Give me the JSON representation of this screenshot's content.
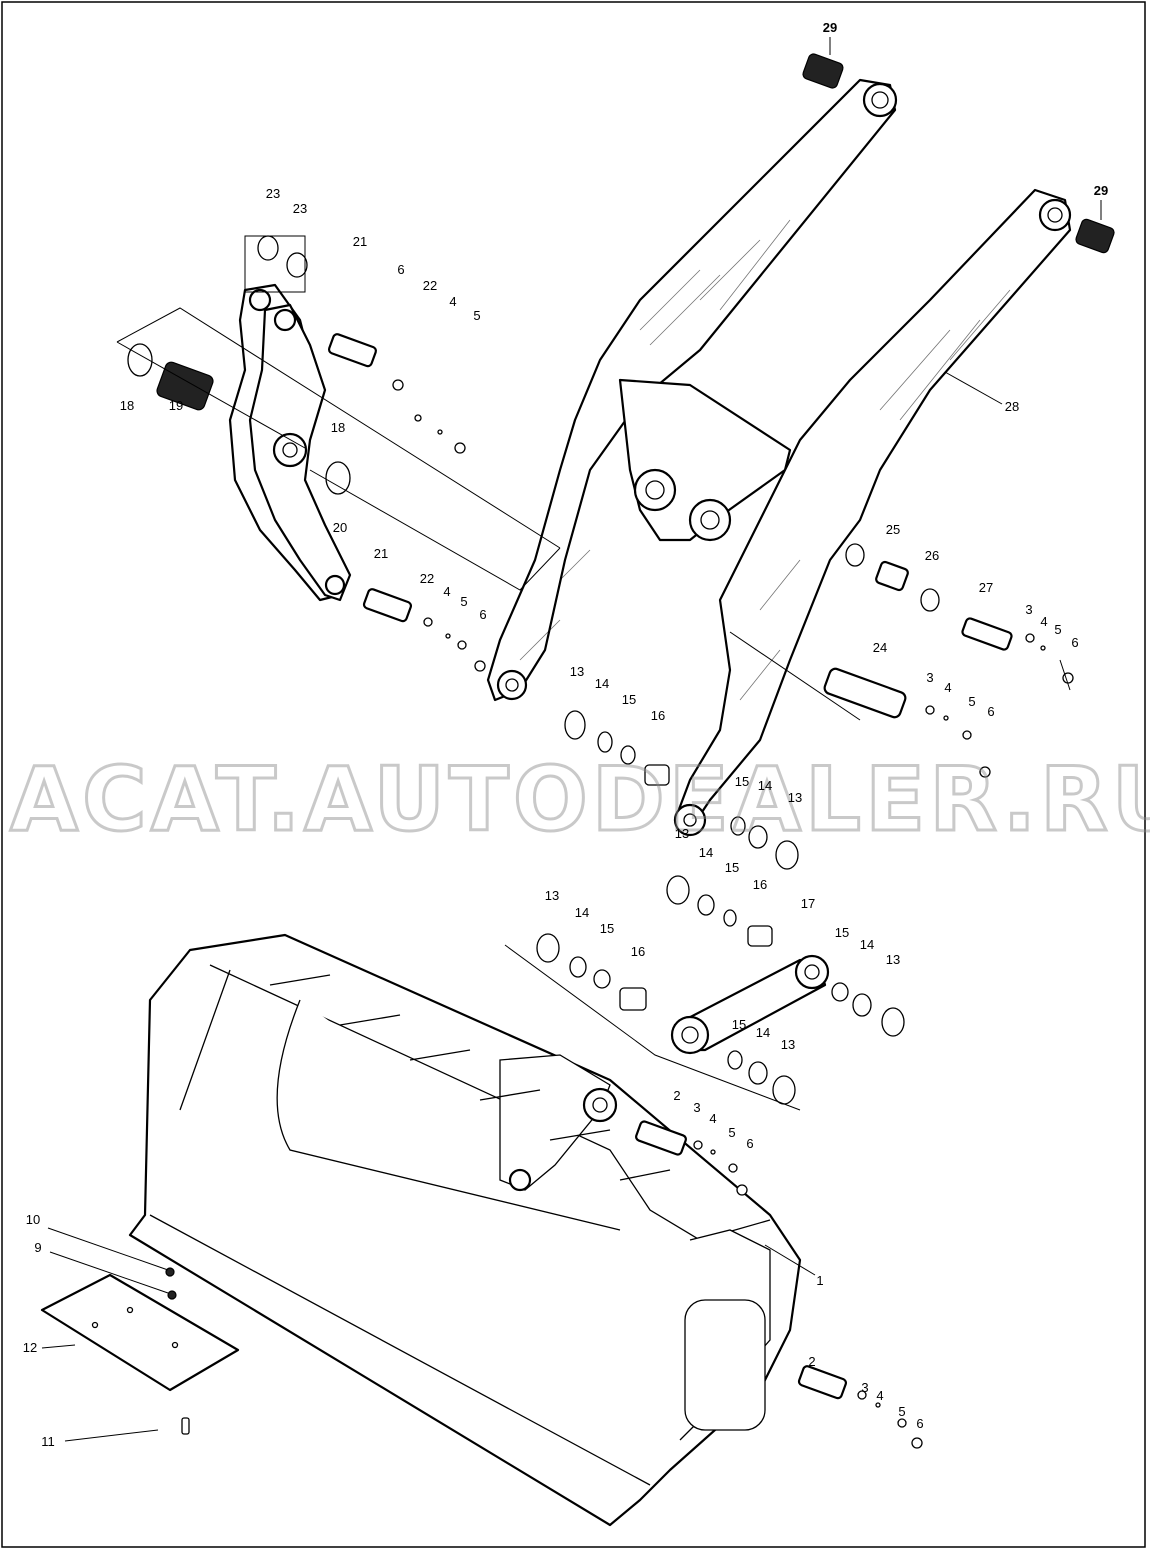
{
  "diagram": {
    "watermark": "ACAT.AUTODEALER.RU",
    "labels": {
      "l1": "1",
      "l2": "2",
      "l3": "3",
      "l4": "4",
      "l5": "5",
      "l6": "6",
      "l9": "9",
      "l10": "10",
      "l11": "11",
      "l12": "12",
      "l13": "13",
      "l14": "14",
      "l15": "15",
      "l16": "16",
      "l17": "17",
      "l18": "18",
      "l19": "19",
      "l20": "20",
      "l21": "21",
      "l22": "22",
      "l23": "23",
      "l24": "24",
      "l25": "25",
      "l26": "26",
      "l27": "27",
      "l28": "28",
      "l29": "29"
    }
  }
}
